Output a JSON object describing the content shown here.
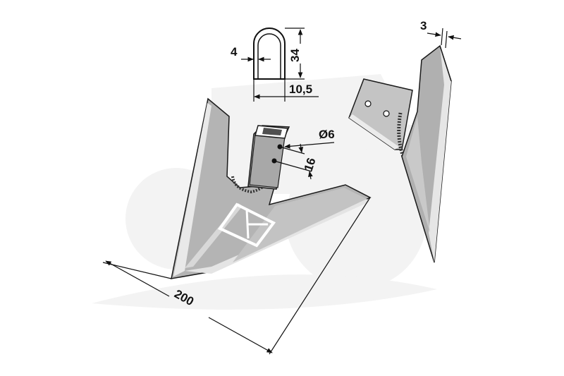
{
  "dimensions": {
    "width": "200",
    "slot_width": "4",
    "profile_height": "34",
    "profile_width": "10,5",
    "hole_diameter": "Ø6",
    "hole_spacing": "16",
    "blade_thickness": "3"
  },
  "colors": {
    "metal": "#b4b4b4",
    "metal_light": "#e6e6e6",
    "metal_dark": "#7c7c7c",
    "watermark": "#f3f3f3",
    "line": "#111111"
  }
}
